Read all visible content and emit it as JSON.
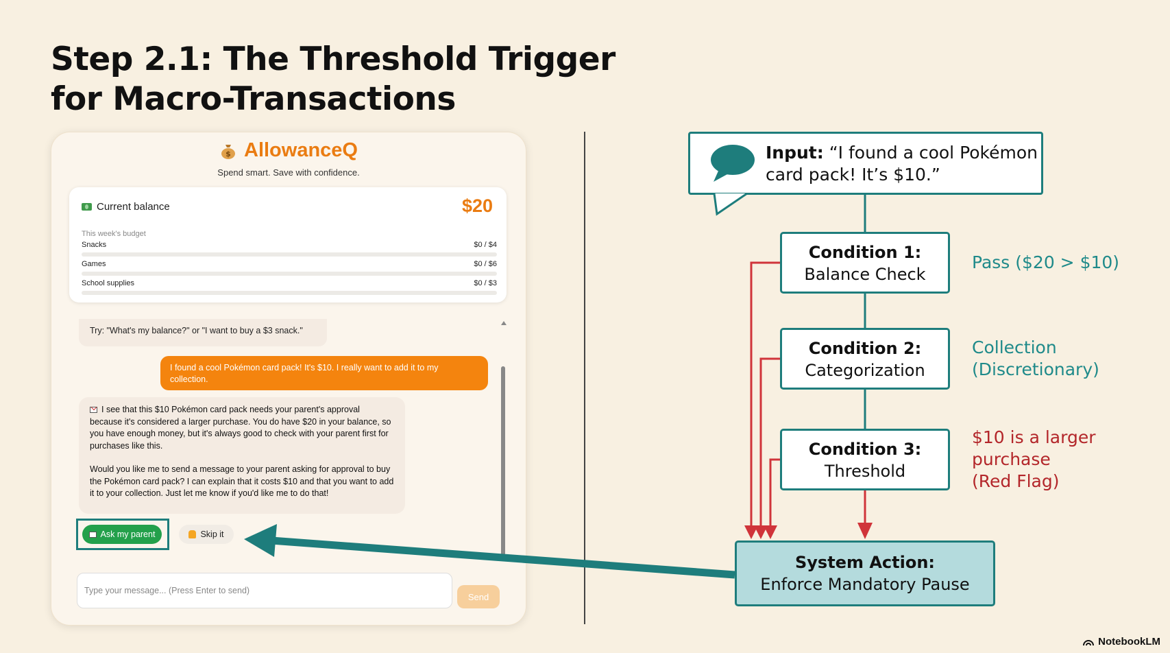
{
  "slide": {
    "title_line1": "Step 2.1: The Threshold Trigger",
    "title_line2": "for Macro-Transactions"
  },
  "app": {
    "name": "AllowanceQ",
    "tagline": "Spend smart. Save with confidence.",
    "balance_label": "Current balance",
    "balance_amount": "$20",
    "budget_caption": "This week's budget",
    "budget": [
      {
        "name": "Snacks",
        "value": "$0 / $4",
        "spent_fraction": 0
      },
      {
        "name": "Games",
        "value": "$0 / $6",
        "spent_fraction": 0
      },
      {
        "name": "School supplies",
        "value": "$0 / $3",
        "spent_fraction": 0
      }
    ],
    "chat": {
      "hint": "Try: \"What's my balance?\" or \"I want to buy a $3 snack.\"",
      "user_message": "I found a cool Pokémon card pack! It's $10. I really want to add it to my collection.",
      "bot_paragraph1": "I see that this $10 Pokémon card pack needs your parent's approval because it's considered a larger purchase. You do have $20 in your balance, so you have enough money, but it's always good to check with your parent first for purchases like this.",
      "bot_paragraph2": "Would you like me to send a message to your parent asking for approval to buy the Pokémon card pack? I can explain that it costs $10 and that you want to add it to your collection. Just let me know if you'd like me to do that!",
      "ask_parent_label": "Ask my parent",
      "skip_label": "Skip it",
      "input_placeholder": "Type your message... (Press Enter to send)",
      "send_label": "Send"
    },
    "colors": {
      "accent": "#ea7c12",
      "ask_button": "#23a04b",
      "user_bubble": "#f4840e"
    }
  },
  "flow": {
    "input_label": "Input:",
    "input_text": "“I found a cool Pokémon card pack! It’s $10.”",
    "conditions": [
      {
        "title": "Condition 1:",
        "name": "Balance Check",
        "result_line1": "Pass ($20 > $10)",
        "result_line2": "",
        "result_line3": ""
      },
      {
        "title": "Condition 2:",
        "name": "Categorization",
        "result_line1": "Collection",
        "result_line2": "(Discretionary)",
        "result_line3": ""
      },
      {
        "title": "Condition 3:",
        "name": "Threshold",
        "result_line1": "$10 is a larger",
        "result_line2": "purchase",
        "result_line3": "(Red Flag)"
      }
    ],
    "action_title": "System Action:",
    "action_text": "Enforce Mandatory Pause",
    "colors": {
      "teal": "#1e7d7c",
      "pass": "#1f8a8a",
      "flag": "#b3262a",
      "arrow_red": "#d0343a",
      "action_fill": "#b4dbdd"
    }
  },
  "brand": "NotebookLM"
}
